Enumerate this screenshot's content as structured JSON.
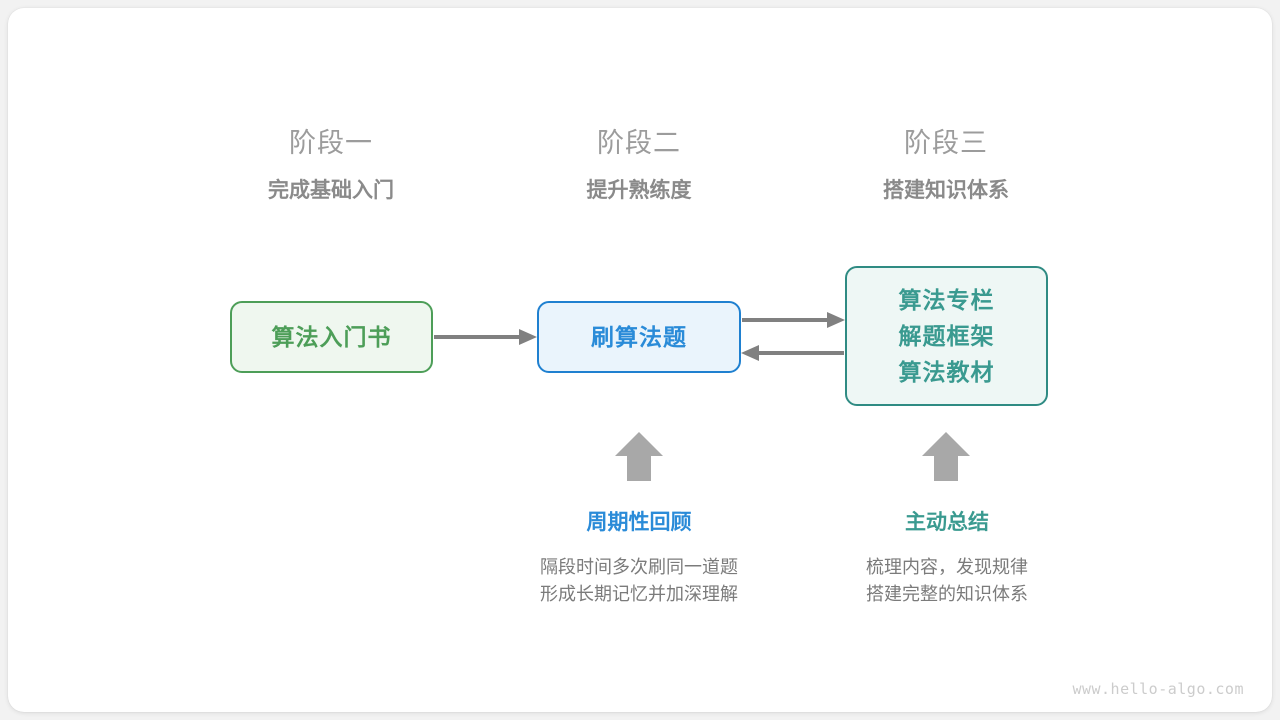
{
  "stages": [
    {
      "title": "阶段一",
      "subtitle": "完成基础入门"
    },
    {
      "title": "阶段二",
      "subtitle": "提升熟练度"
    },
    {
      "title": "阶段三",
      "subtitle": "搭建知识体系"
    }
  ],
  "nodes": {
    "book": {
      "label": "算法入门书",
      "color": "#4d9e58",
      "fill": "#eff7ef"
    },
    "practice": {
      "label": "刷算法题",
      "color": "#2a8bd8",
      "fill": "#eaf4fc"
    },
    "resources": {
      "lines": [
        "算法专栏",
        "解题框架",
        "算法教材"
      ],
      "color": "#3a9a90",
      "fill": "#eef7f5"
    }
  },
  "annotations": [
    {
      "title": "周期性回顾",
      "color": "#2a8bd8",
      "desc_line1": "隔段时间多次刷同一道题",
      "desc_line2": "形成长期记忆并加深理解"
    },
    {
      "title": "主动总结",
      "color": "#3a9a90",
      "desc_line1": "梳理内容，发现规律",
      "desc_line2": "搭建完整的知识体系"
    }
  ],
  "arrow_color": "#808080",
  "up_arrow_color": "#a8a8a8",
  "watermark": "www.hello-algo.com"
}
